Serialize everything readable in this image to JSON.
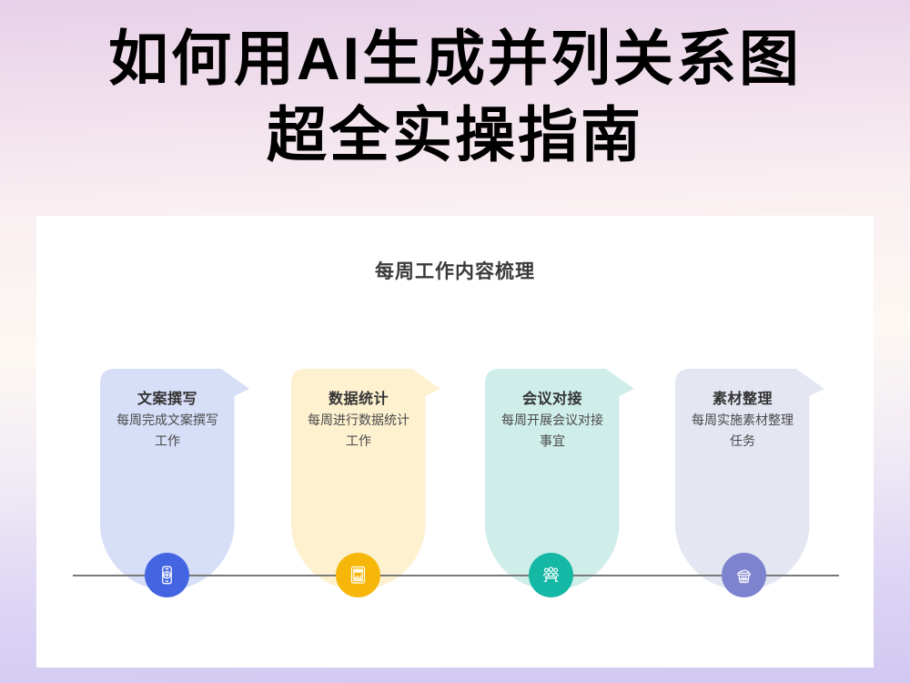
{
  "page": {
    "title_line1": "如何用AI生成并列关系图",
    "title_line2": "超全实操指南"
  },
  "panel": {
    "title": "每周工作内容梳理",
    "cards": [
      {
        "title": "文案撰写",
        "desc": "每周完成文案撰写工作",
        "fill": "#d7def7",
        "icon_color": "#4365e2",
        "icon": "phone-plus-icon"
      },
      {
        "title": "数据统计",
        "desc": "每周进行数据统计工作",
        "fill": "#fdf1d0",
        "icon_color": "#f6b70a",
        "icon": "spreadsheet-icon"
      },
      {
        "title": "会议对接",
        "desc": "每周开展会议对接事宜",
        "fill": "#cfeeea",
        "icon_color": "#15b8a4",
        "icon": "meeting-icon"
      },
      {
        "title": "素材整理",
        "desc": "每周实施素材整理任务",
        "fill": "#e4e6f2",
        "icon_color": "#7d83cf",
        "icon": "basket-icon"
      }
    ]
  },
  "colors": {
    "panel_bg": "#ffffff",
    "baseline": "#7a7a7a",
    "title_text": "#000000",
    "card_title_text": "#333333",
    "card_desc_text": "#4a4a4a"
  }
}
